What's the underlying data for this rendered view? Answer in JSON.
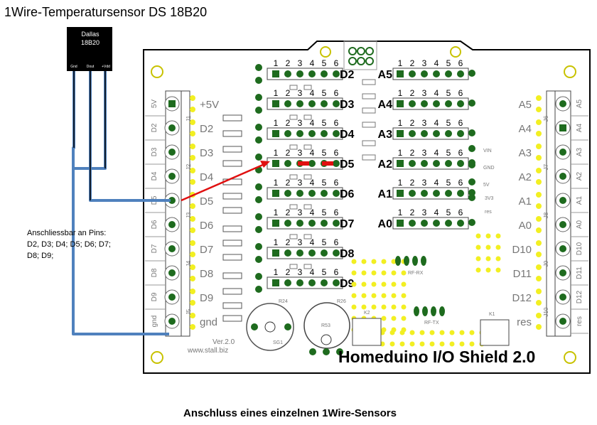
{
  "title": "1Wire-Temperatursensor  DS 18B20",
  "sensor": {
    "brand": "Dallas",
    "model": "18B20",
    "pins": [
      "Gnd",
      "Dout",
      "+Vdd"
    ]
  },
  "note": {
    "lines": [
      "Anschliessbar an Pins:",
      "D2, D3; D4; D5; D6; D7;",
      "D8; D9;"
    ]
  },
  "board": {
    "title": "Homeduino I/O Shield 2.0",
    "version": "Ver.2.0",
    "website": "www.stall.biz",
    "left_labels": [
      "+5V",
      "D2",
      "D3",
      "D4",
      "D5",
      "D6",
      "D7",
      "D8",
      "D9",
      "gnd"
    ],
    "left_side_labels": [
      "5V",
      "D2",
      "D3",
      "D4",
      "D5",
      "D6",
      "D7",
      "D8",
      "D9",
      "gnd"
    ],
    "left_connectors": [
      "J1",
      "J2",
      "J3",
      "J4",
      "J5"
    ],
    "right_labels": [
      "A5",
      "A4",
      "A3",
      "A2",
      "A1",
      "A0",
      "D10",
      "D11",
      "D12",
      "res"
    ],
    "right_side_labels": [
      "A5",
      "A4",
      "A3",
      "A2",
      "A1",
      "A0",
      "D10",
      "D11",
      "D12",
      "res"
    ],
    "right_connectors": [
      "J6",
      "J7",
      "J8",
      "J9",
      "J10"
    ],
    "center_rows": [
      "D2",
      "D3",
      "D4",
      "D5",
      "D6",
      "D7",
      "D8",
      "D9"
    ],
    "analog_rows": [
      "A5",
      "A4",
      "A3",
      "A2",
      "A1",
      "A0"
    ],
    "pin_numbers": [
      "1",
      "2",
      "3",
      "4",
      "5",
      "6"
    ],
    "power_labels": [
      "VIN",
      "GND",
      "5V",
      "3V3",
      "res"
    ],
    "module_labels": [
      "RF-RX",
      "RF-TX",
      "K2",
      "K1",
      "R53",
      "R24",
      "R26",
      "SG1"
    ]
  },
  "caption": "Anschluss eines einzelnen 1Wire-Sensors",
  "colors": {
    "wire": "#4f81bd",
    "arrow": "#e01010",
    "pad": "#1e6b1e",
    "header": "#f2ef22"
  }
}
